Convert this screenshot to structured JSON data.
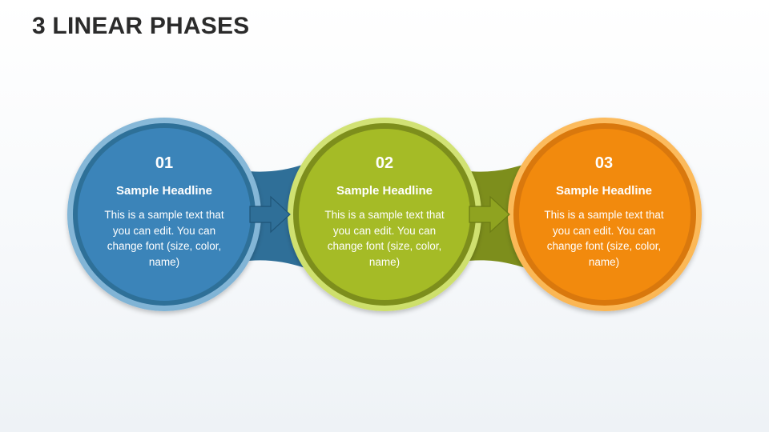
{
  "title": "3 LINEAR PHASES",
  "colors": {
    "blue": "#3a84b9",
    "green": "#a5bb28",
    "orange": "#f28a0a"
  },
  "phases": [
    {
      "number": "01",
      "headline": "Sample Headline",
      "body": "This is a sample text that you can edit. You can change font (size, color, name)"
    },
    {
      "number": "02",
      "headline": "Sample Headline",
      "body": "This is a sample text that you can edit. You can change font (size, color, name)"
    },
    {
      "number": "03",
      "headline": "Sample Headline",
      "body": "This is a sample text that you can edit. You can change font (size, color, name)"
    }
  ]
}
